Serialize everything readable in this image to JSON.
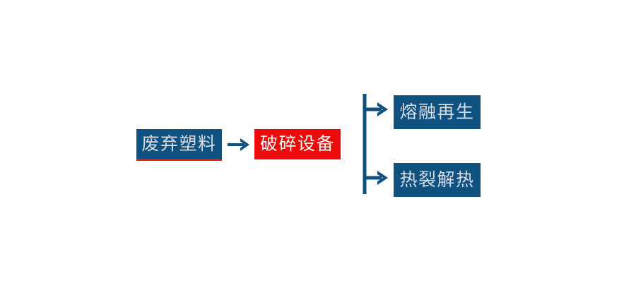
{
  "diagram": {
    "title": "",
    "background_color": "#ffffff",
    "colors": {
      "primary_blue": "#0f5180",
      "accent_red": "#ec0a0a",
      "underline_red": "#e01b1b",
      "box_text": "#d7dce1",
      "connector": "#0f5180"
    },
    "nodes": {
      "source": {
        "label": "废弃塑料",
        "style": "blue",
        "underline": true
      },
      "process": {
        "label": "破碎设备",
        "style": "red",
        "underline": false
      },
      "outputs": [
        {
          "label": "熔融再生",
          "style": "blue",
          "underline": false
        },
        {
          "label": "热裂解热",
          "style": "blue",
          "underline": false
        }
      ]
    },
    "connectors": {
      "main_arrow": "arrow-right",
      "branch": "bracket-split-two-arrows"
    }
  }
}
